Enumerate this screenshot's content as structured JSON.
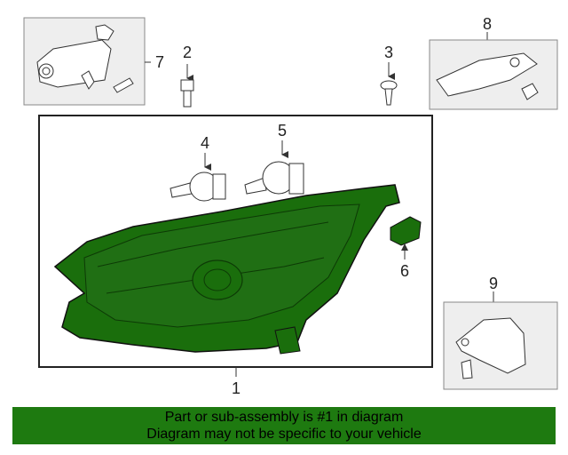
{
  "callouts": {
    "c1": "1",
    "c2": "2",
    "c3": "3",
    "c4": "4",
    "c5": "5",
    "c6": "6",
    "c7": "7",
    "c8": "8",
    "c9": "9"
  },
  "banner": {
    "line1": "Part or sub-assembly is #1 in diagram",
    "line2": "Diagram may not be specific to your vehicle"
  },
  "colors": {
    "highlight": "#1a6e0c",
    "banner": "#1e7a10",
    "box_fill": "#eeeeee",
    "line": "#333333"
  }
}
